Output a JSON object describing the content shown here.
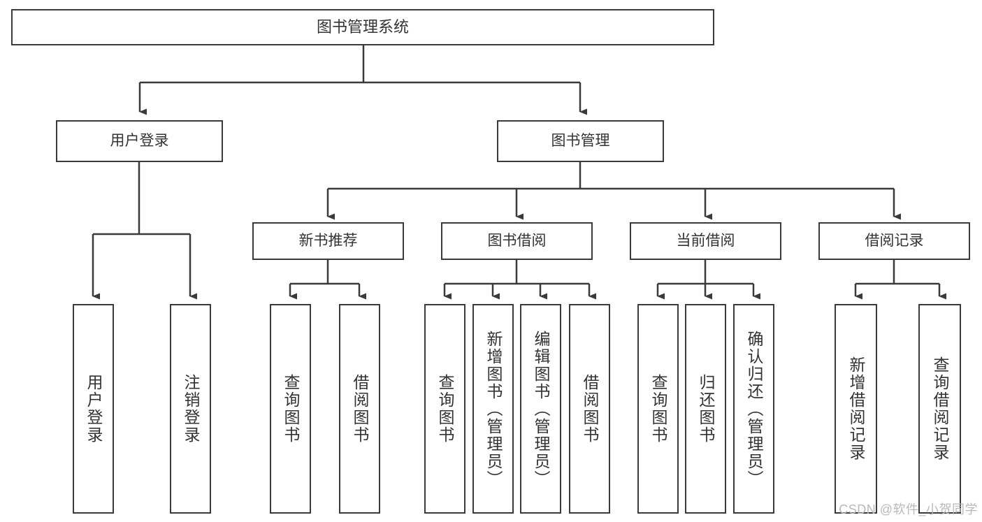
{
  "diagram": {
    "type": "tree-hierarchy-diagram",
    "title": "图书管理系统",
    "colors": {
      "stroke": "#3a3a3a",
      "text": "#333333",
      "background": "#ffffff",
      "watermark": "#b9b9b9"
    },
    "root": {
      "label": "图书管理系统",
      "children": [
        {
          "label": "用户登录",
          "children": [
            {
              "label": "用户登录"
            },
            {
              "label": "注销登录"
            }
          ]
        },
        {
          "label": "图书管理",
          "children": [
            {
              "label": "新书推荐",
              "children": [
                {
                  "label": "查询图书"
                },
                {
                  "label": "借阅图书"
                }
              ]
            },
            {
              "label": "图书借阅",
              "children": [
                {
                  "label": "查询图书"
                },
                {
                  "label": "新增图书（管理员）"
                },
                {
                  "label": "编辑图书（管理员）"
                },
                {
                  "label": "借阅图书"
                }
              ]
            },
            {
              "label": "当前借阅",
              "children": [
                {
                  "label": "查询图书"
                },
                {
                  "label": "归还图书"
                },
                {
                  "label": "确认归还（管理员）"
                }
              ]
            },
            {
              "label": "借阅记录",
              "children": [
                {
                  "label": "新增借阅记录"
                },
                {
                  "label": "查询借阅记录"
                }
              ]
            }
          ]
        }
      ]
    }
  },
  "watermark": {
    "text": "CSDN @软件_小贺同学"
  }
}
